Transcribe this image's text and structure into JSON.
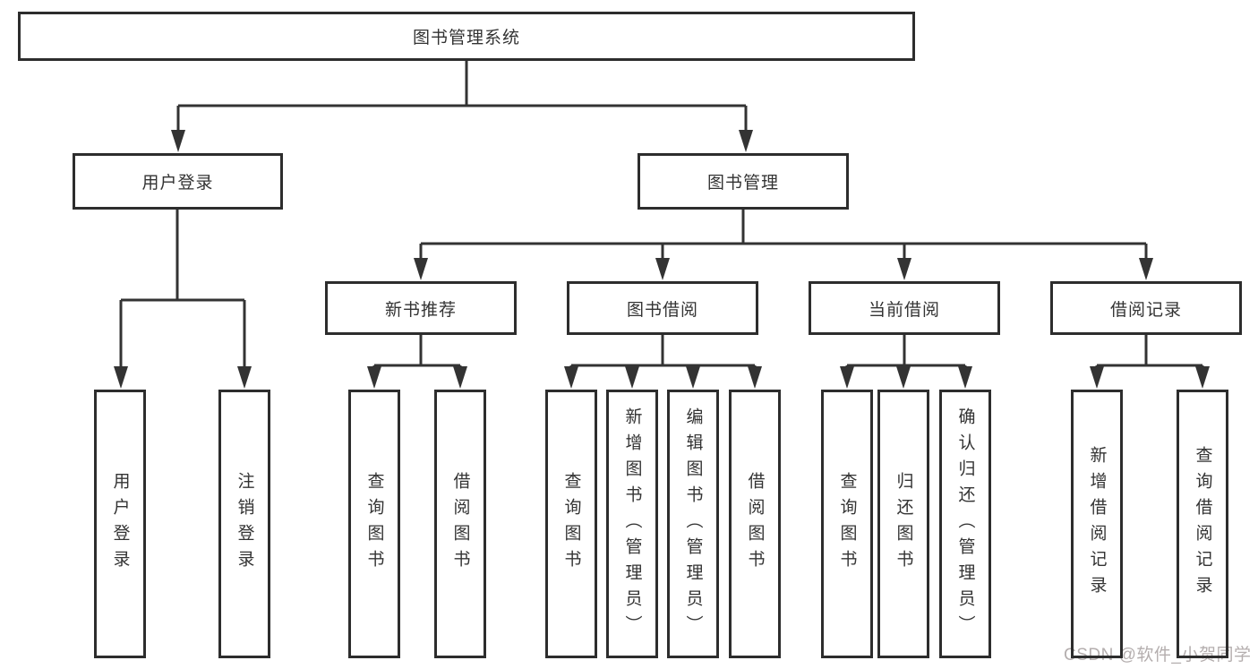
{
  "tree": {
    "root": {
      "label": "图书管理系统"
    },
    "branches": [
      {
        "label": "用户登录",
        "children": [
          {
            "label": "用户登录"
          },
          {
            "label": "注销登录"
          }
        ]
      },
      {
        "label": "图书管理",
        "children": [
          {
            "label": "新书推荐",
            "children": [
              {
                "label": "查询图书"
              },
              {
                "label": "借阅图书"
              }
            ]
          },
          {
            "label": "图书借阅",
            "children": [
              {
                "label": "查询图书"
              },
              {
                "label": "新增图书（管理员）"
              },
              {
                "label": "编辑图书（管理员）"
              },
              {
                "label": "借阅图书"
              }
            ]
          },
          {
            "label": "当前借阅",
            "children": [
              {
                "label": "查询图书"
              },
              {
                "label": "归还图书"
              },
              {
                "label": "确认归还（管理员）"
              }
            ]
          },
          {
            "label": "借阅记录",
            "children": [
              {
                "label": "新增借阅记录"
              },
              {
                "label": "查询借阅记录"
              }
            ]
          }
        ]
      }
    ]
  },
  "watermark": {
    "text": "CSDN @软件_小贺同学"
  },
  "colors": {
    "line": "#333333",
    "box_border": "#2d2d2d",
    "box_fill": "#ffffff",
    "text": "#333333",
    "watermark": "#b4aeae"
  }
}
